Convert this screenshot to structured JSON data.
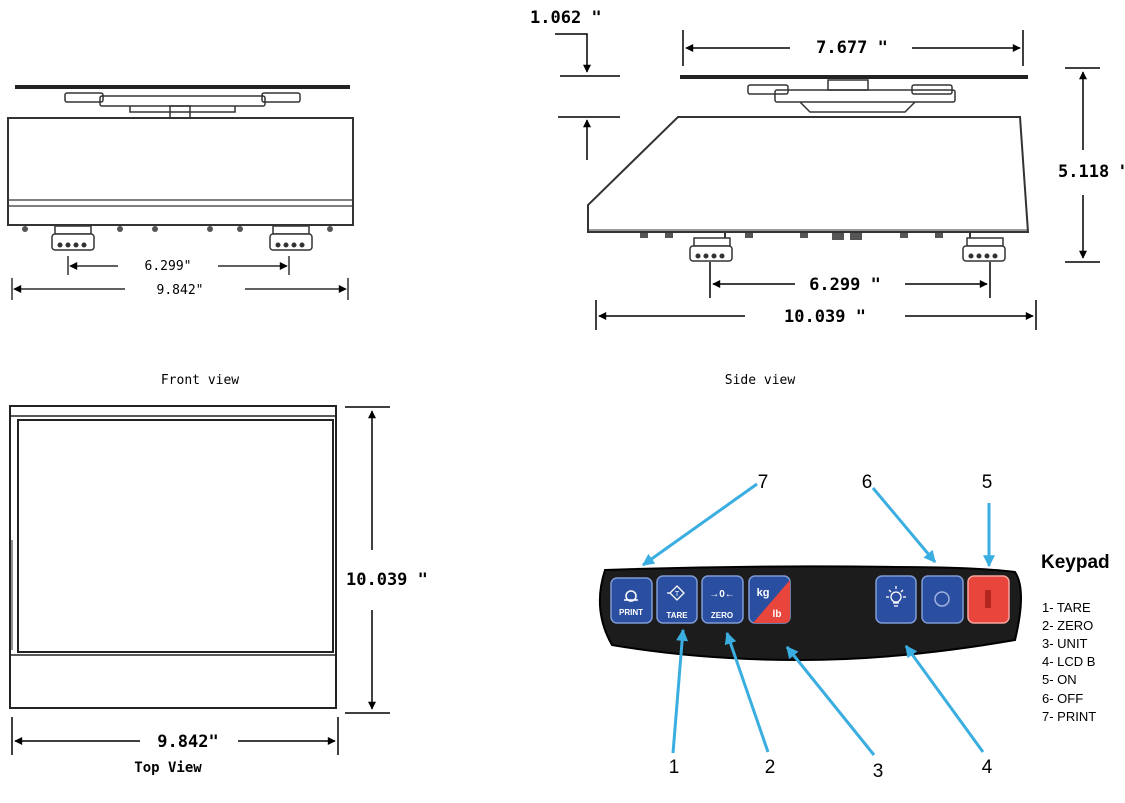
{
  "front_view": {
    "caption": "Front view",
    "dim_feet": "6.299\"",
    "dim_width": "9.842\""
  },
  "side_view": {
    "caption": "Side view",
    "dim_clearance": "1.062 \"",
    "dim_platter": "7.677 \"",
    "dim_height": "5.118 \"",
    "dim_feet": "6.299 \"",
    "dim_depth": "10.039 \""
  },
  "top_view": {
    "caption": "Top View",
    "dim_depth": "10.039 \"",
    "dim_width": "9.842\""
  },
  "keypad": {
    "heading": "Keypad",
    "buttons": {
      "print": "PRINT",
      "tare": "TARE",
      "zero": "ZERO",
      "zero_symbol": "→0←",
      "unit_kg": "kg",
      "unit_lb": "lb"
    },
    "callouts": [
      "1",
      "2",
      "3",
      "4",
      "5",
      "6",
      "7"
    ],
    "legend": [
      "1- TARE",
      "2- ZERO",
      "3- UNIT",
      "4- LCD B",
      "5- ON",
      "6- OFF",
      "7- PRINT"
    ]
  },
  "colors": {
    "callout_arrow": "#3aaee0",
    "button_blue": "#2b4fa0",
    "button_red": "#e8453c",
    "keypad_body": "#1c1c1c"
  }
}
